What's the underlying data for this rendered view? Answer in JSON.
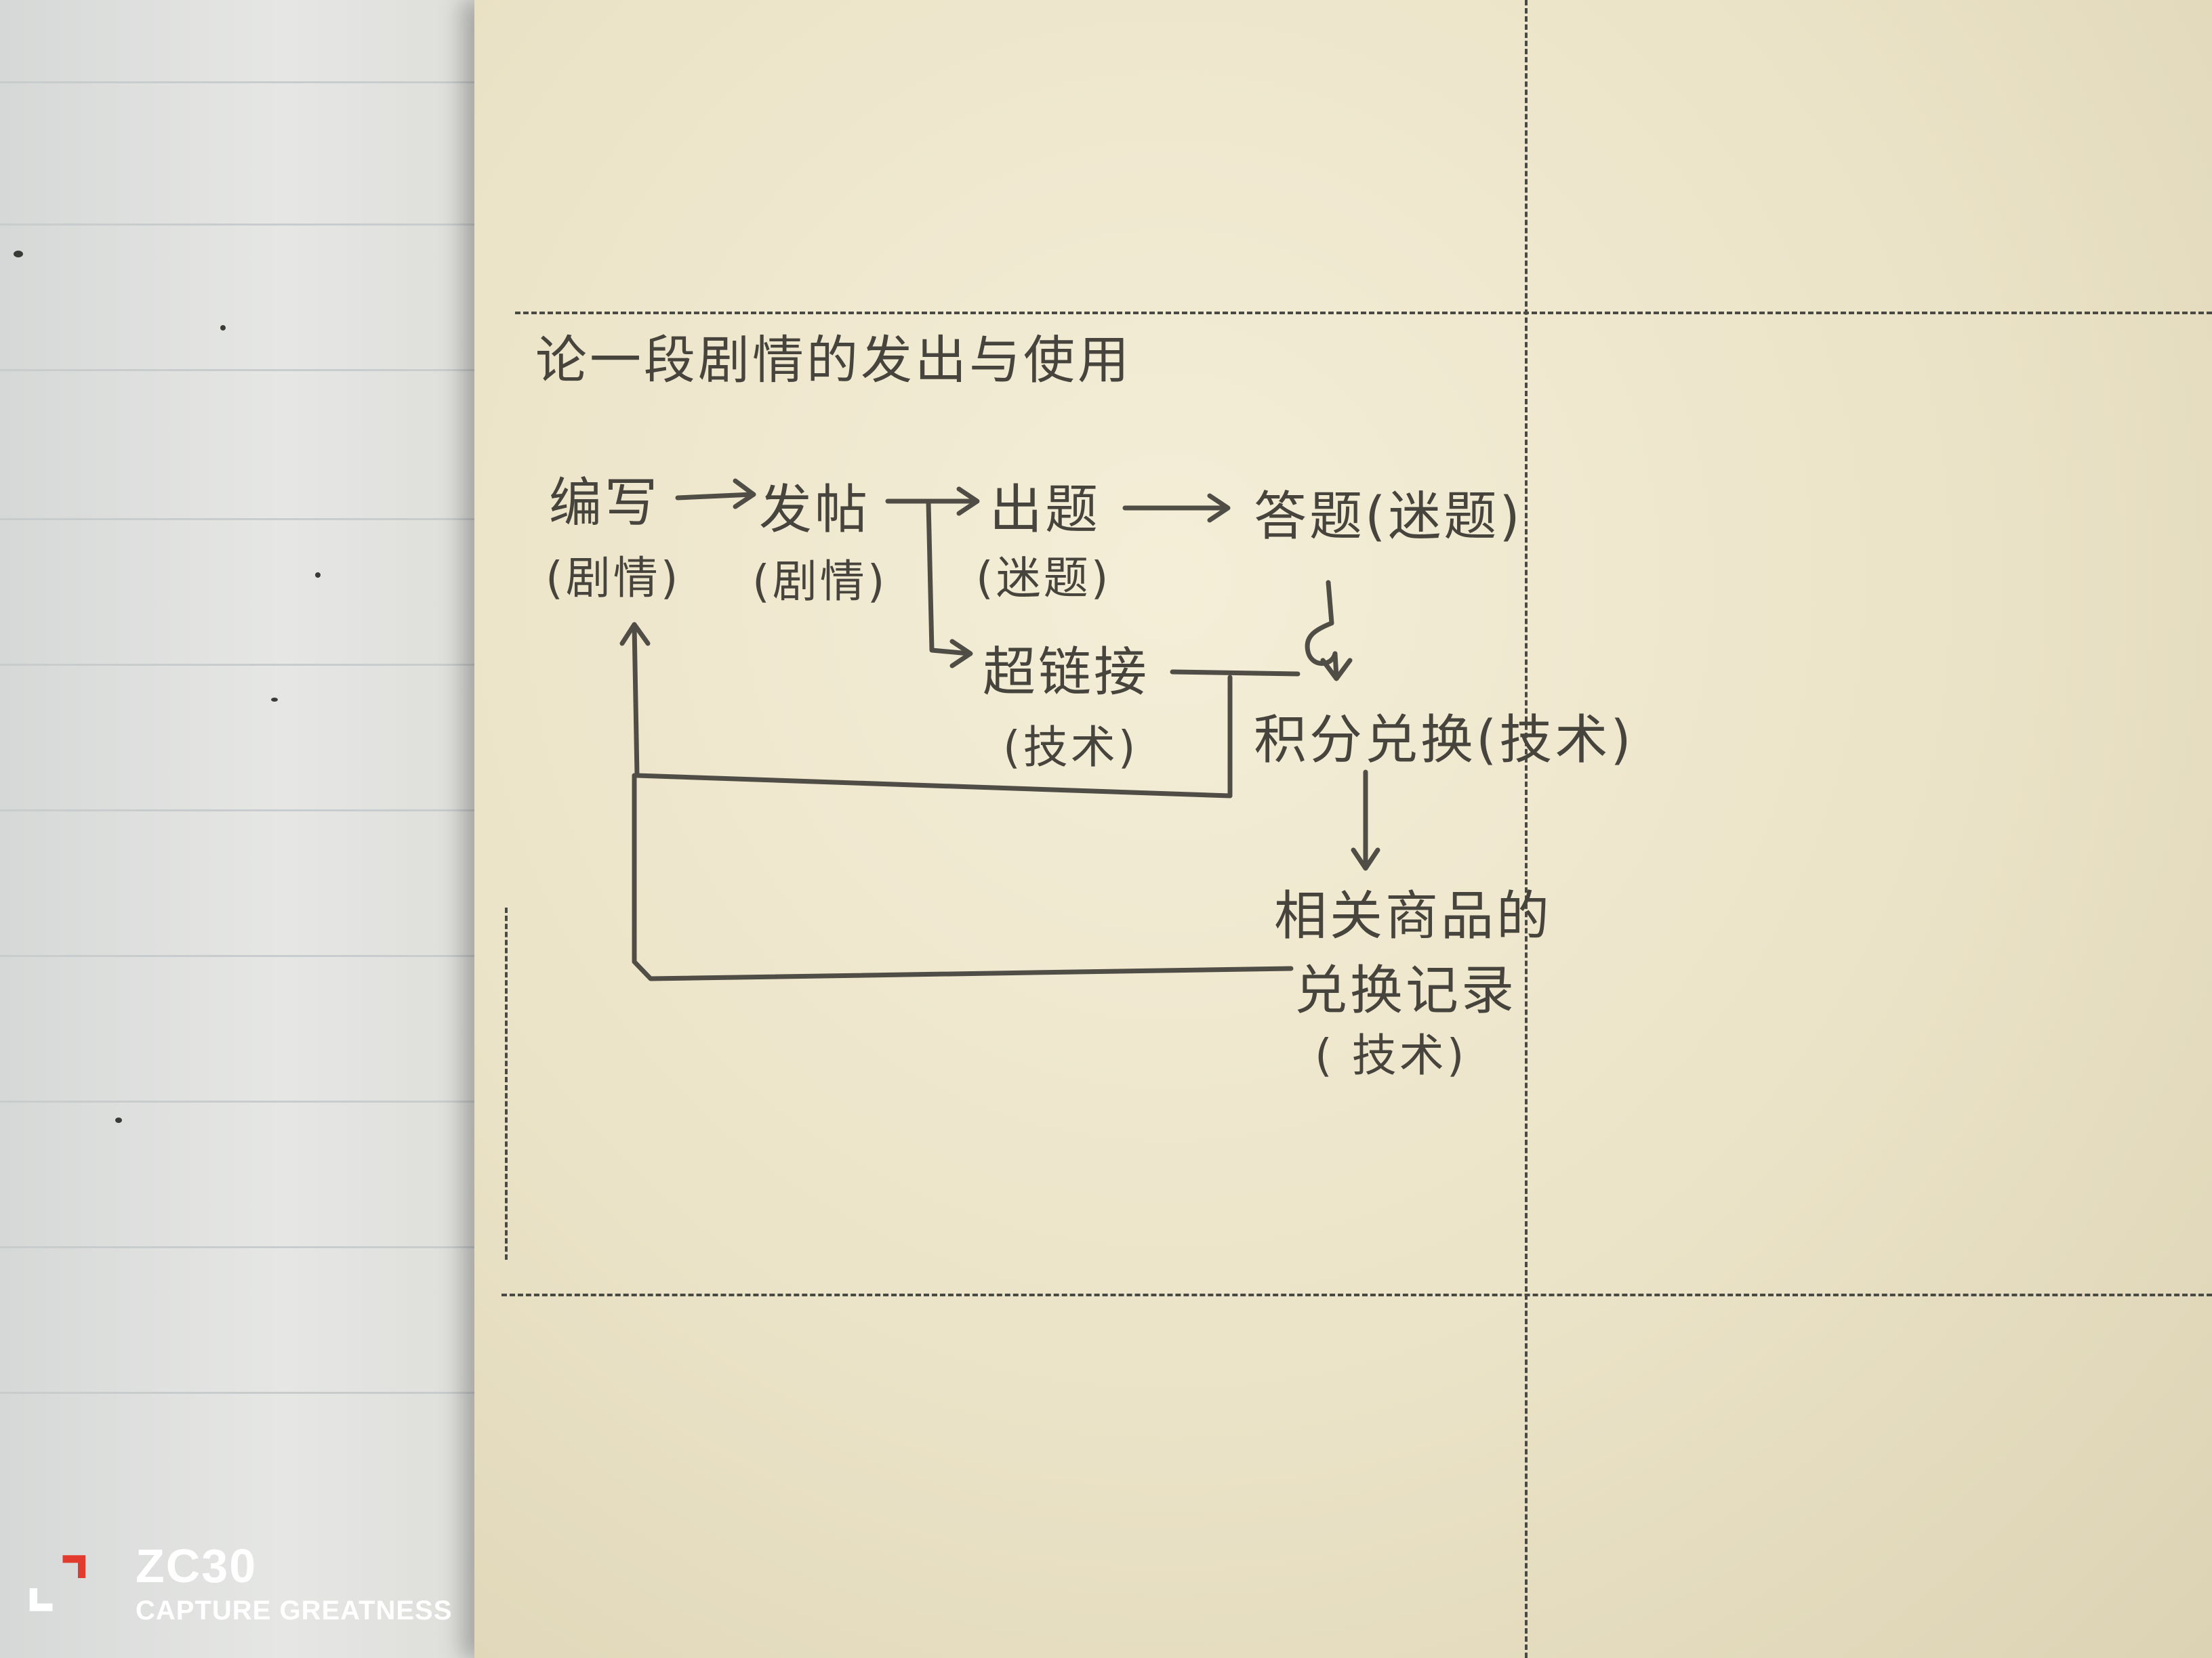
{
  "title": "论一段剧情的发出与使用",
  "nodes": {
    "write": {
      "label": "编写",
      "sub": "(剧情)"
    },
    "post": {
      "label": "发帖",
      "sub": "(剧情)"
    },
    "question": {
      "label": "出题",
      "sub": "(迷题)"
    },
    "answer": {
      "label": "答题(迷题)"
    },
    "hyperlink": {
      "label": "超链接",
      "sub": "(技术)"
    },
    "points": {
      "label": "积分兑换(技术)"
    },
    "record": {
      "line1": "相关商品的",
      "line2": "兑换记录",
      "sub": "( 技术)"
    }
  },
  "watermark": {
    "model": "ZC30",
    "tagline": "CAPTURE GREATNESS"
  },
  "colors": {
    "ink": "#46443c",
    "paper": "#f4eed8",
    "watermark_red": "#e23a2c"
  }
}
